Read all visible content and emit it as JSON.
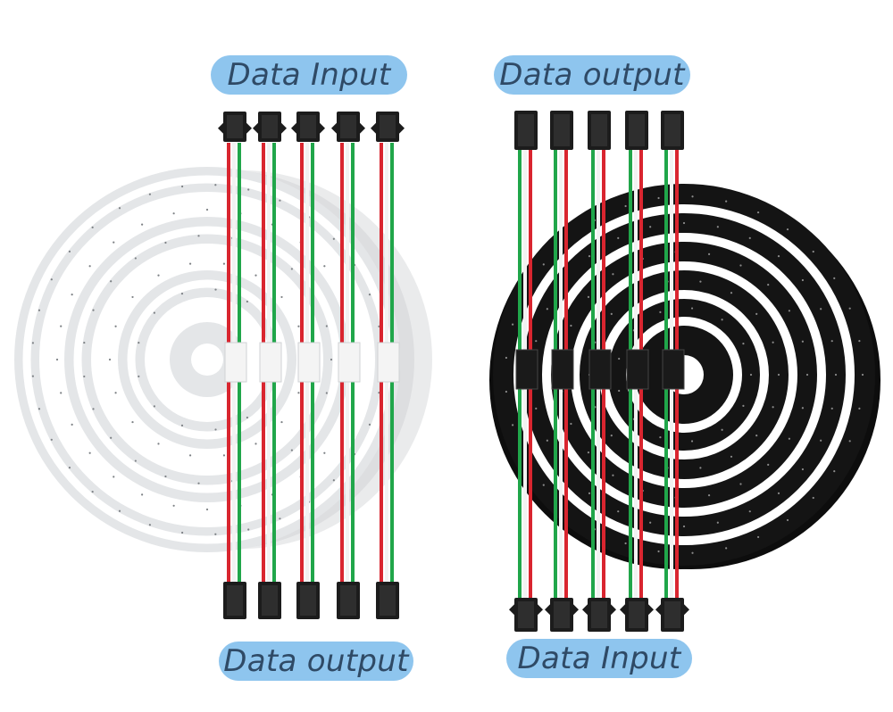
{
  "labels": {
    "top_left": "Data Input",
    "top_right": "Data output",
    "bottom_left": "Data output",
    "bottom_right": "Data Input"
  },
  "colors": {
    "pill": "#8ec5ee",
    "pill_text": "#2f4a66",
    "white_board": "#e4e6e8",
    "black_board": "#141414",
    "wire_red": "#d9252f",
    "wire_green": "#20a64a",
    "wire_white": "#f2f2f2",
    "connector": "#1c1c1c"
  },
  "scene": {
    "left_board": "white-ring-pcb",
    "right_board": "black-ring-pcb",
    "left_board_rings": 5,
    "right_board_rings": 5,
    "left_cables": 5,
    "right_cables": 5
  }
}
